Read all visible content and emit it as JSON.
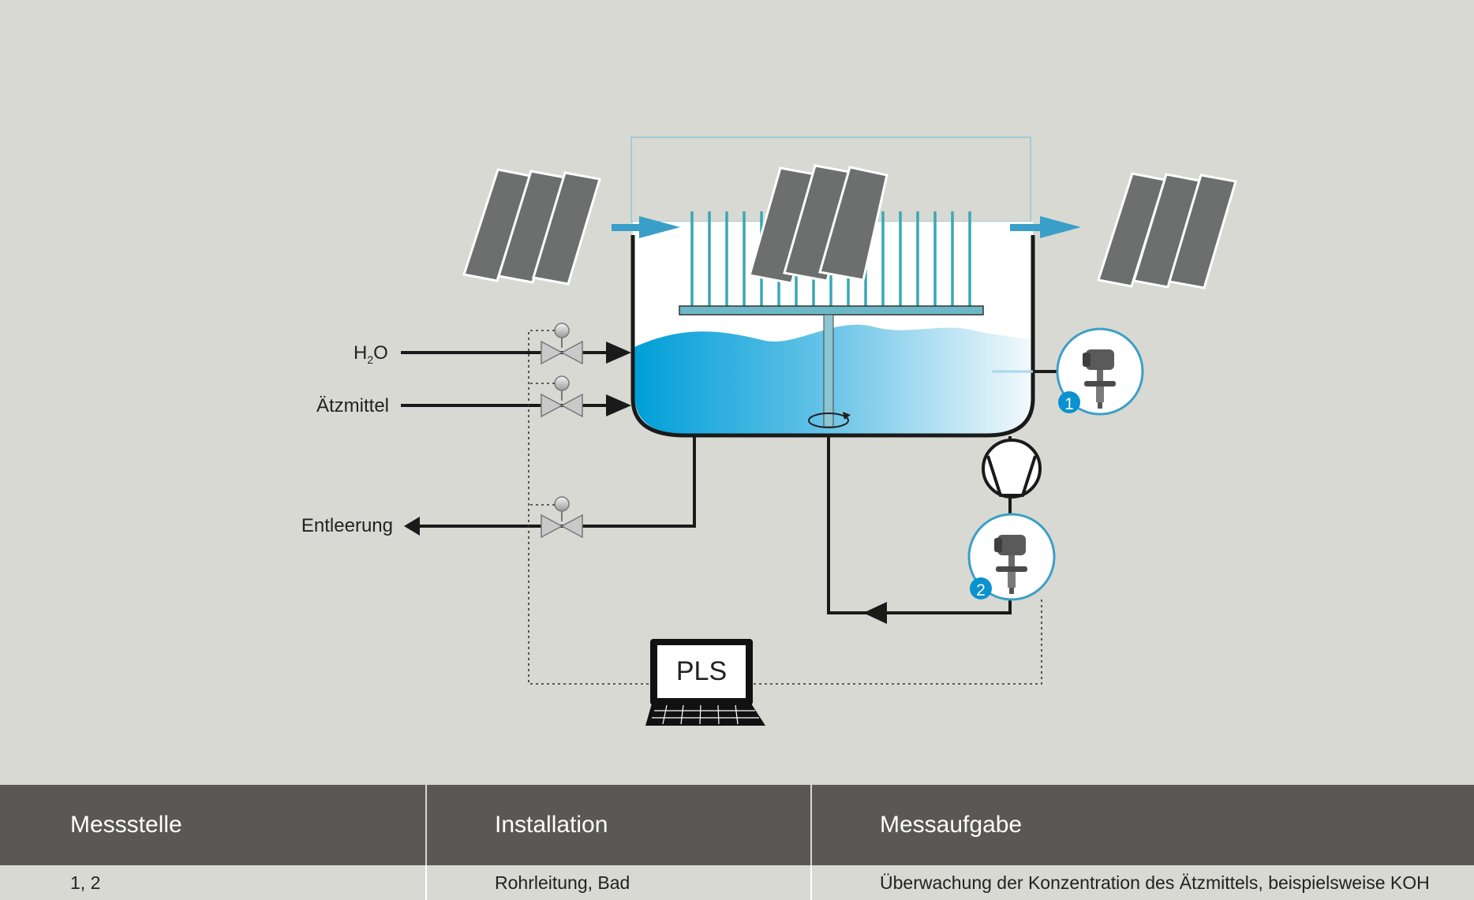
{
  "labels": {
    "h2o_main": "H",
    "h2o_sub": "2",
    "h2o_end": "O",
    "etchant": "Ätzmittel",
    "drain": "Entleerung",
    "pls": "PLS",
    "sensor_1": "1",
    "sensor_2": "2"
  },
  "colors": {
    "background": "#d8d9d2",
    "accent_blue": "#3a9fc8",
    "liquid_dark": "#009fd8",
    "panel": "#6d6e6e",
    "table_header": "#595854"
  },
  "table": {
    "headers": [
      "Messstelle",
      "Installation",
      "Messaufgabe"
    ],
    "rows": [
      [
        "1, 2",
        "Rohrleitung, Bad",
        "Überwachung der Konzentration des Ätzmittels, beispielsweise KOH"
      ]
    ]
  }
}
